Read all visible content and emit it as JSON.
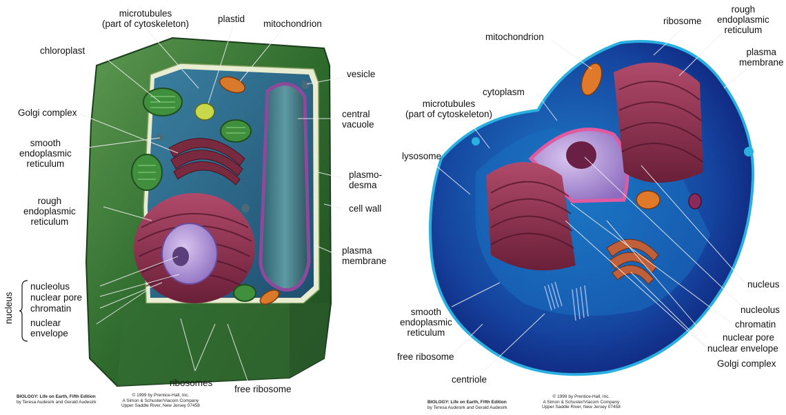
{
  "plant_cell": {
    "labels": {
      "microtubules": "microtubules\n(part of cytoskeleton)",
      "plastid": "plastid",
      "mitochondrion": "mitochondrion",
      "chloroplast": "chloroplast",
      "vesicle": "vesicle",
      "golgi": "Golgi complex",
      "central_vacuole": "central\nvacuole",
      "smooth_er": "smooth\nendoplasmic\nreticulum",
      "plasmodesma": "plasmo-\ndesma",
      "cell_wall": "cell wall",
      "rough_er": "rough\nendoplasmic\nreticulum",
      "plasma_membrane": "plasma\nmembrane",
      "nucleus_group": "nucleus",
      "nucleolus": "nucleolus",
      "nuclear_pore": "nuclear pore",
      "chromatin": "chromatin",
      "nuclear_envelope": "nuclear\nenvelope",
      "ribosomes": "ribosomes",
      "free_ribosome": "free ribosome"
    },
    "credit_left_title": "BIOLOGY: Life on Earth, Fifth Edition",
    "credit_left_authors": "by Teresa Audesirk and Gerald Audesirk",
    "credit_right": "© 1999 by Prentice-Hall, Inc.\nA Simon & Schuster/Viacom Company\nUpper Saddle River, New Jersey 07458"
  },
  "animal_cell": {
    "labels": {
      "ribosome": "ribosome",
      "rough_er": "rough\nendoplasmic\nreticulum",
      "mitochondrion": "mitochondrion",
      "plasma_membrane": "plasma\nmembrane",
      "cytoplasm": "cytoplasm",
      "microtubules": "microtubules\n(part of cytoskeleton)",
      "lysosome": "lysosome",
      "nucleus": "nucleus",
      "nucleolus": "nucleolus",
      "chromatin": "chromatin",
      "smooth_er": "smooth\nendoplasmic\nreticulum",
      "nuclear_pore": "nuclear pore",
      "nuclear_envelope": "nuclear envelope",
      "free_ribosome": "free ribosome",
      "golgi": "Golgi complex",
      "centriole": "centriole"
    },
    "credit_left_title": "BIOLOGY: Life on Earth, Fifth Edition",
    "credit_left_authors": "by Teresa Audesirk and Gerald Audesirk",
    "credit_right": "© 1999 by Prentice-Hall, Inc.\nA Simon & Schuster/Viacom Company\nUpper Saddle River, New Jersey 07458"
  },
  "colors": {
    "cell_wall": "#3f7e3a",
    "cytoplasm_plant": "#2d6f8a",
    "vacuole": "#3f7a86",
    "er_red": "#8e2f4c",
    "nucleus_purple": "#b49ad8",
    "animal_outer": "#1a2a8a",
    "animal_inner": "#0f5aa8",
    "chloroplast": "#3f8f3c"
  }
}
